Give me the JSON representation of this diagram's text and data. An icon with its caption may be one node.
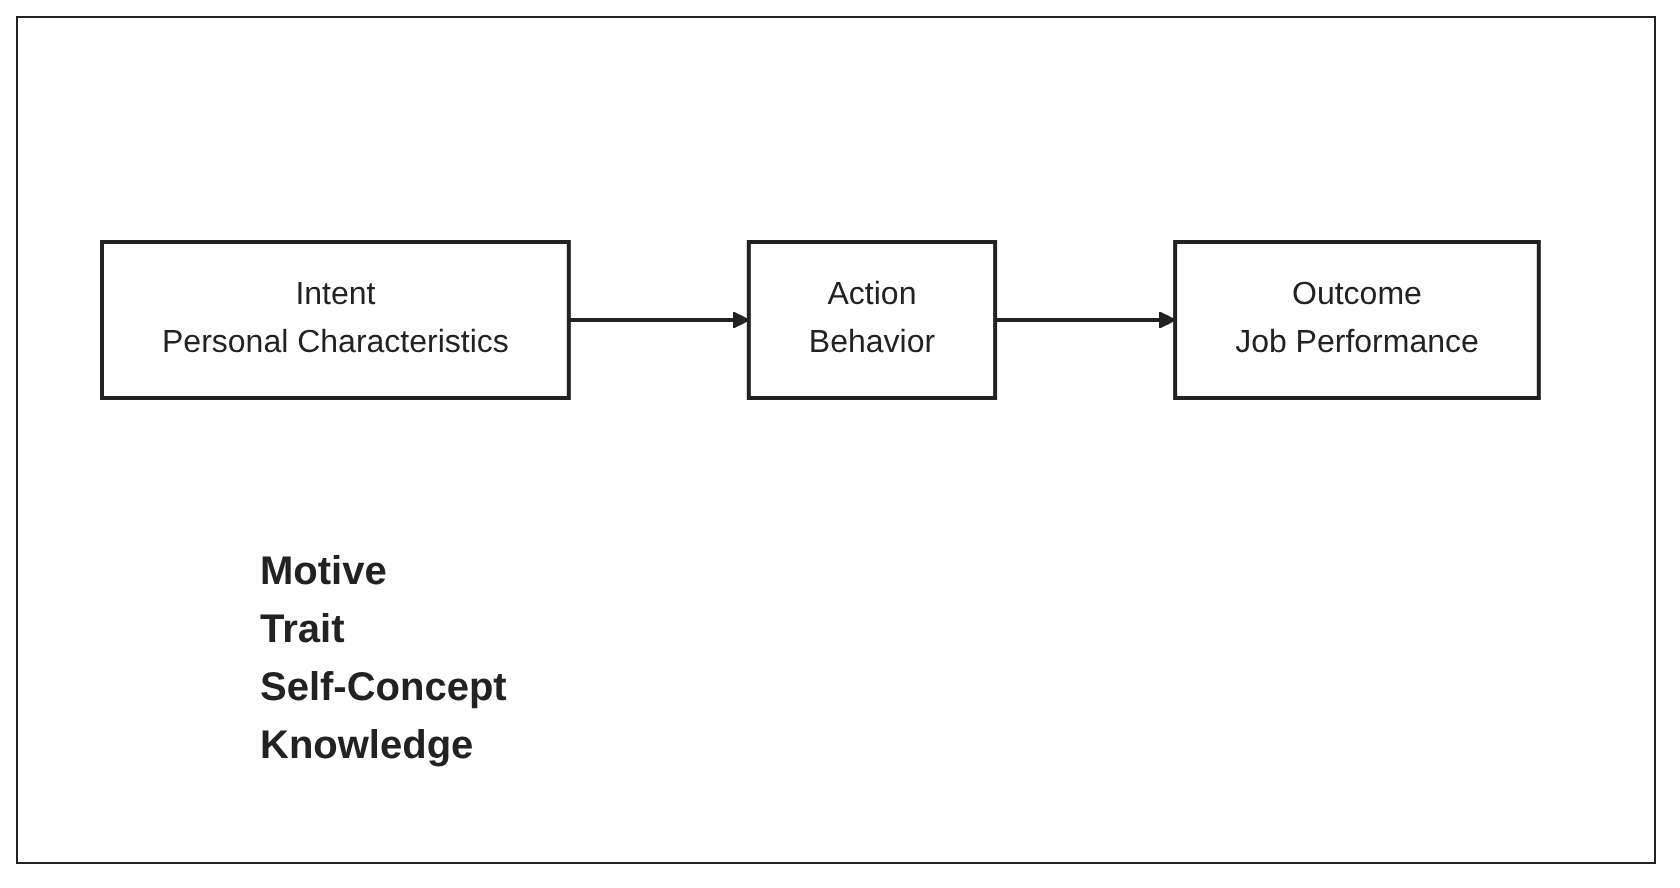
{
  "diagram": {
    "nodes": [
      {
        "text": [
          "Intent",
          "Personal Characteristics"
        ]
      },
      {
        "text": [
          "Action",
          "Behavior"
        ]
      },
      {
        "text": [
          "Outcome",
          "Job Performance"
        ]
      }
    ],
    "edges": [
      {
        "from": 0,
        "to": 1,
        "arrow": "to"
      },
      {
        "from": 1,
        "to": 2,
        "arrow": "to"
      }
    ],
    "labels": [
      "Motive",
      "Trait",
      "Self-Concept",
      "Knowledge"
    ]
  }
}
